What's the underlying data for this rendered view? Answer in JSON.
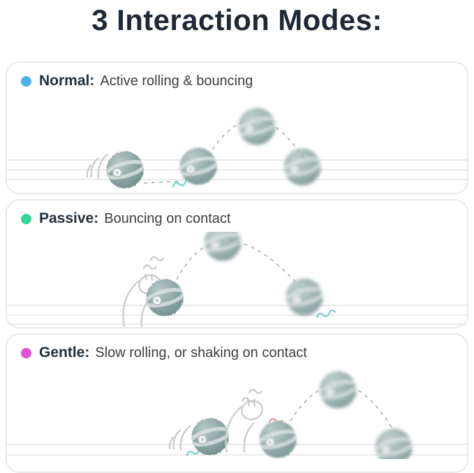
{
  "title": "3 Interaction Modes:",
  "modes": [
    {
      "name": "normal",
      "label": "Normal:",
      "description": "Active rolling & bouncing",
      "bullet_color": "#4fb3e8"
    },
    {
      "name": "passive",
      "label": "Passive:",
      "description": "Bouncing on contact",
      "bullet_color": "#35d49b"
    },
    {
      "name": "gentle",
      "label": "Gentle:",
      "description": "Slow rolling, or shaking on contact",
      "bullet_color": "#e051d6"
    }
  ],
  "colors": {
    "title_text": "#1e2935",
    "panel_border": "#e9e9e9",
    "ball_body": "#8fa8a6",
    "trajectory_dash": "#a8abae",
    "floor_line": "#e4e4e4",
    "vibration_squiggle_teal": "#72cfcd",
    "vibration_squiggle_pink": "#e89090",
    "sketch_gray": "#cdcdcd"
  }
}
